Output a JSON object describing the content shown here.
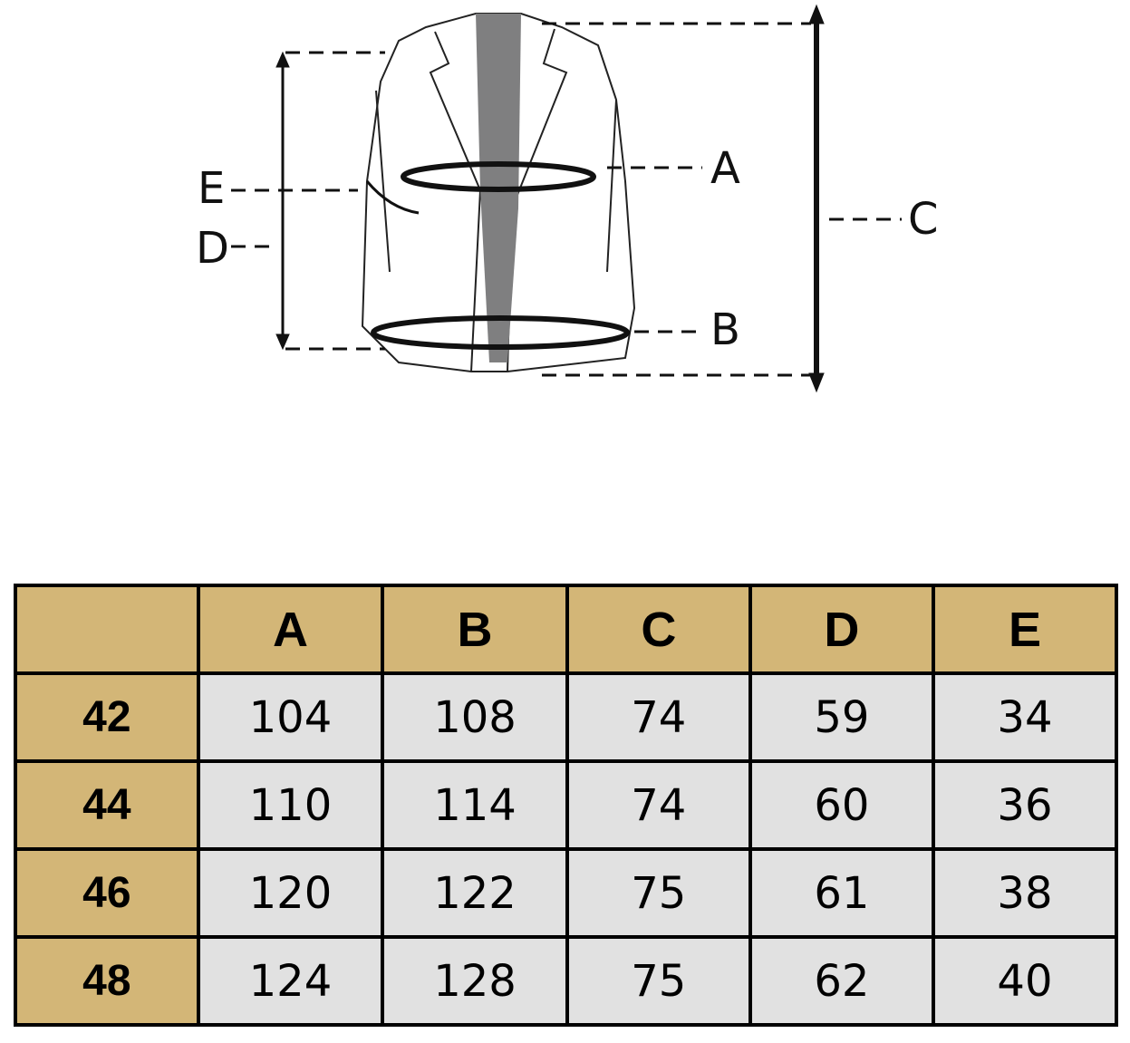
{
  "diagram": {
    "labels": {
      "A": "A",
      "B": "B",
      "C": "C",
      "D": "D",
      "E": "E"
    }
  },
  "table": {
    "headers": [
      "",
      "A",
      "B",
      "C",
      "D",
      "E"
    ],
    "rows": [
      {
        "size": "42",
        "values": [
          "104",
          "108",
          "74",
          "59",
          "34"
        ]
      },
      {
        "size": "44",
        "values": [
          "110",
          "114",
          "74",
          "60",
          "36"
        ]
      },
      {
        "size": "46",
        "values": [
          "120",
          "122",
          "75",
          "61",
          "38"
        ]
      },
      {
        "size": "48",
        "values": [
          "124",
          "128",
          "75",
          "62",
          "40"
        ]
      }
    ]
  },
  "colors": {
    "header": "#d3b677",
    "cell": "#e1e1e1"
  }
}
